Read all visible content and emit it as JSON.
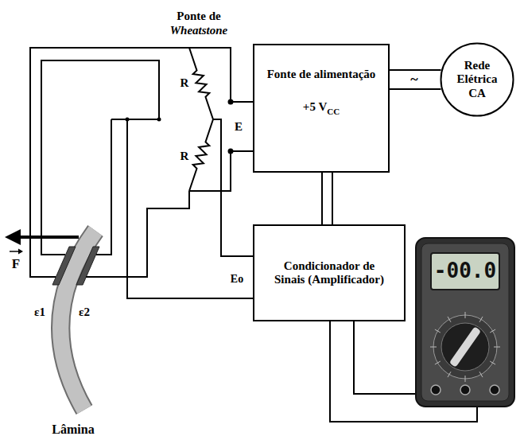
{
  "diagram": {
    "nodes": [
      {
        "text": [
          "Fonte de alimentação",
          "+5 V",
          "CC"
        ]
      },
      {
        "text": [
          "Rede Elétrica CA"
        ]
      },
      {
        "text": [
          "Condicionador de Sinais (Amplificador)"
        ]
      },
      {
        "text": [
          "-00.0"
        ]
      }
    ],
    "edges": [
      {
        "from": 0,
        "to": 1,
        "arrow": "none"
      },
      {
        "from": 0,
        "to": 1,
        "arrow": "none"
      },
      {
        "from": 0,
        "to": 2,
        "arrow": "none"
      },
      {
        "from": 0,
        "to": 2,
        "arrow": "none"
      },
      {
        "from": 2,
        "to": 3,
        "arrow": "none"
      },
      {
        "from": 2,
        "to": 3,
        "arrow": "none"
      }
    ],
    "labels": [
      "Ponte de",
      "Wheatstone",
      "R",
      "R",
      "E",
      "~",
      "Eo",
      "F",
      "ε1",
      "ε2",
      "Lâmina"
    ]
  }
}
